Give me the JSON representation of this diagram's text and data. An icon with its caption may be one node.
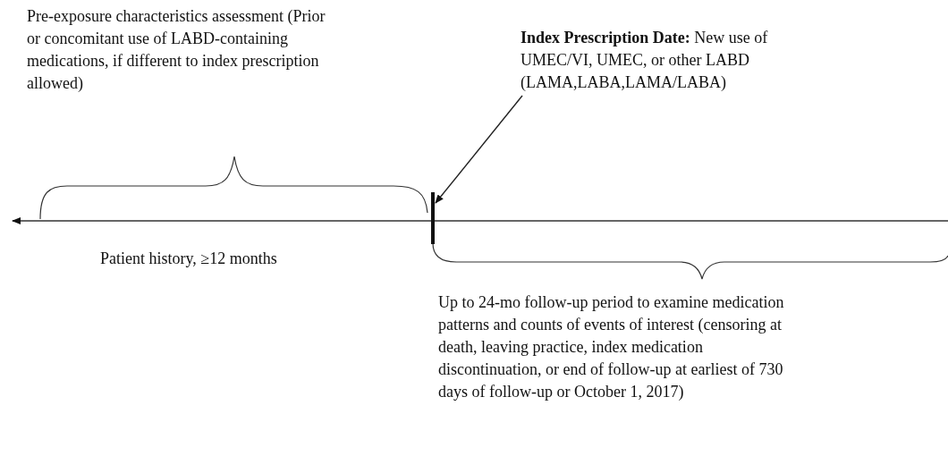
{
  "diagram": {
    "nodes": [
      {
        "text": [
          "**Index Prescription  Date:** New use of UMEC/VI, UMEC, or other LABD (LAMA,LABA,LAMA/LABA)"
        ]
      },
      {
        "text": [],
        "shape": "bar"
      }
    ],
    "edges": [
      {
        "from": 0,
        "to": 1,
        "arrow": "to"
      }
    ],
    "labels": [
      "Pre-exposure characteristics assessment (Prior or concomitant use of LABD-containing  medications, if different to index prescription allowed)",
      "Patient history,  ≥12 months",
      "Up to 24-mo follow-up  period to examine medication patterns and counts of events of interest (censoring at death, leaving practice, index medication discontinuation, or end of follow-up at earliest of 730 days of follow-up or October 1, 2017)"
    ]
  }
}
